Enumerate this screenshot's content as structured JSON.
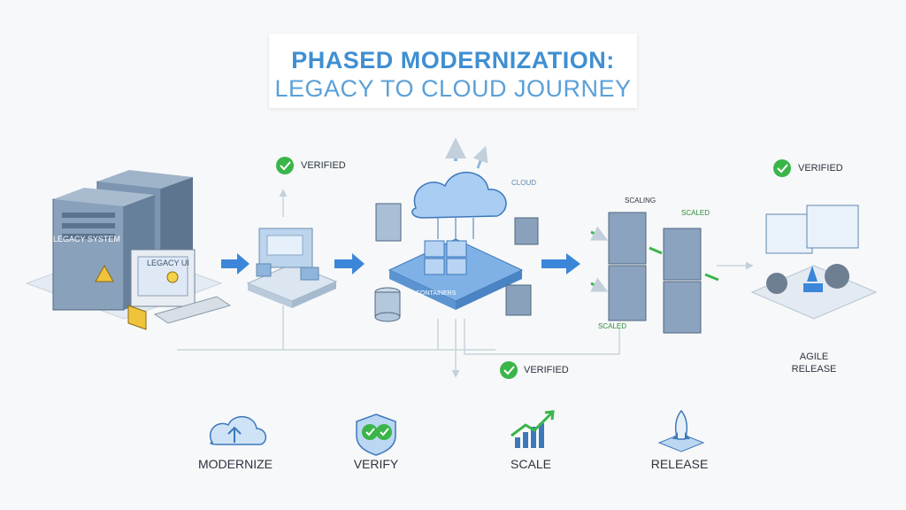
{
  "title": {
    "line1": "PHASED MODERNIZATION:",
    "line2": "LEGACY TO CLOUD JOURNEY"
  },
  "labels": {
    "legacy_system": "LEGACY SYSTEM",
    "legacy_ui": "LEGACY UI",
    "containers": "CONTAINERS",
    "cloud": "CLOUD",
    "scaling": "SCALING",
    "scaled_top": "SCALED",
    "scaled_bottom": "SCALED",
    "agile_release_line1": "AGILE",
    "agile_release_line2": "RELEASE"
  },
  "badges": [
    {
      "label": "VERIFIED"
    },
    {
      "label": "VERIFIED"
    },
    {
      "label": "VERIFIED"
    }
  ],
  "phases": [
    {
      "label": "MODERNIZE",
      "icon": "cloud-upload-icon"
    },
    {
      "label": "VERIFY",
      "icon": "shield-check-icon"
    },
    {
      "label": "SCALE",
      "icon": "growth-chart-icon"
    },
    {
      "label": "RELEASE",
      "icon": "rocket-icon"
    }
  ],
  "colors": {
    "accent_blue": "#3f8fd2",
    "arrow_blue": "#3b86d8",
    "verified_green": "#3bb54a",
    "line_gray": "#b9c6d3"
  }
}
